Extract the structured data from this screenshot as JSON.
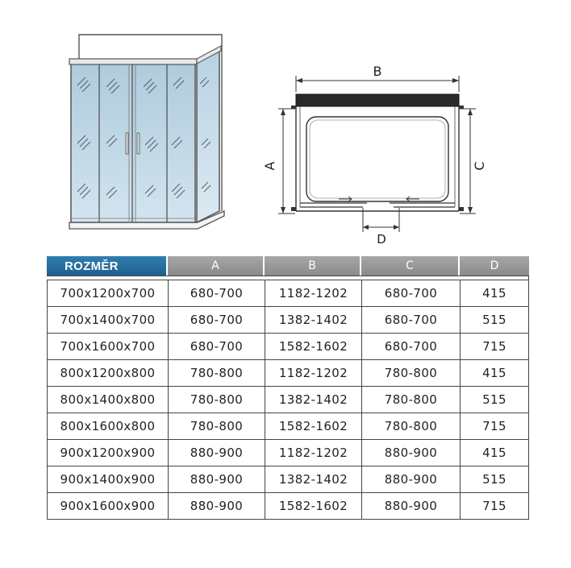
{
  "diagram": {
    "dim_b": "B",
    "dim_a": "A",
    "dim_c": "C",
    "dim_d": "D"
  },
  "table": {
    "headers": [
      "ROZMĚR",
      "A",
      "B",
      "C",
      "D"
    ],
    "rows": [
      [
        "700x1200x700",
        "680-700",
        "1182-1202",
        "680-700",
        "415"
      ],
      [
        "700x1400x700",
        "680-700",
        "1382-1402",
        "680-700",
        "515"
      ],
      [
        "700x1600x700",
        "680-700",
        "1582-1602",
        "680-700",
        "715"
      ],
      [
        "800x1200x800",
        "780-800",
        "1182-1202",
        "780-800",
        "415"
      ],
      [
        "800x1400x800",
        "780-800",
        "1382-1402",
        "780-800",
        "515"
      ],
      [
        "800x1600x800",
        "780-800",
        "1582-1602",
        "780-800",
        "715"
      ],
      [
        "900x1200x900",
        "880-900",
        "1182-1202",
        "880-900",
        "415"
      ],
      [
        "900x1400x900",
        "880-900",
        "1382-1402",
        "880-900",
        "515"
      ],
      [
        "900x1600x900",
        "880-900",
        "1582-1602",
        "880-900",
        "715"
      ]
    ]
  }
}
